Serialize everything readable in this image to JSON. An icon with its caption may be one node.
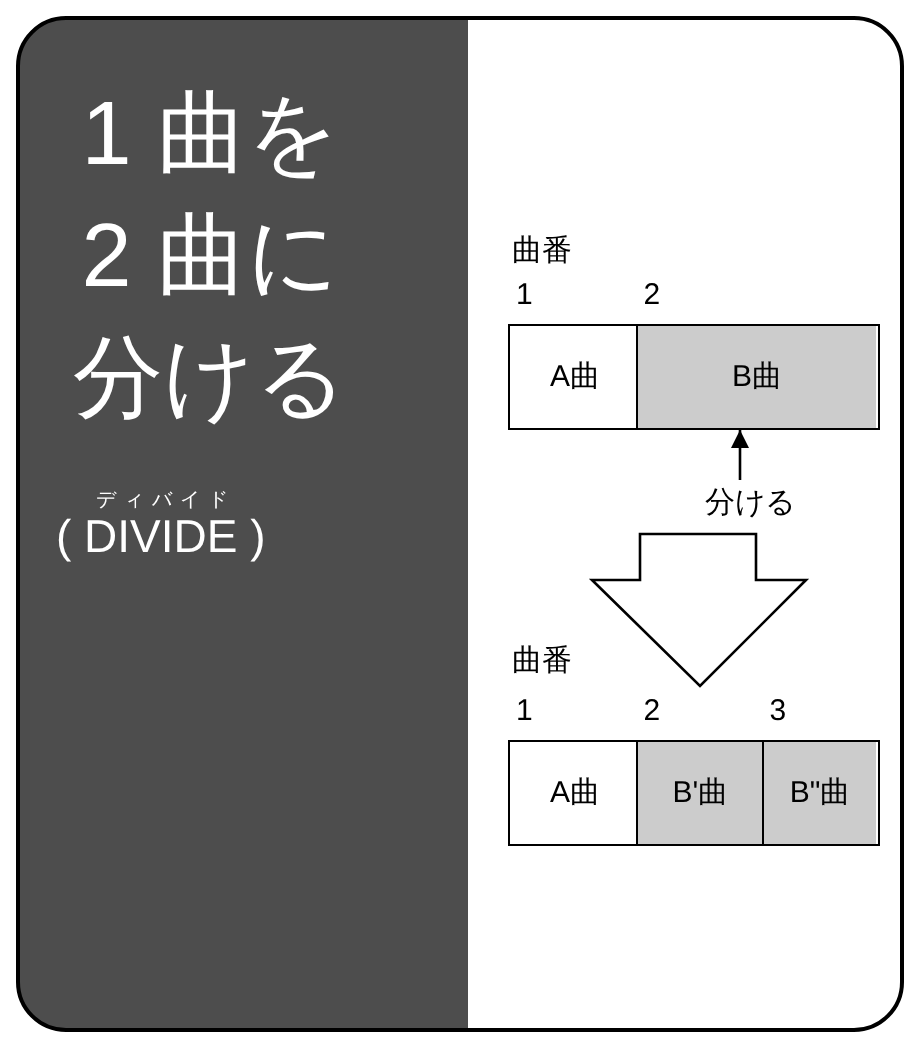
{
  "diagram": {
    "title": "1 曲を2 曲に分ける",
    "nodes": [
      {
        "text": [],
        "shape": "bar"
      },
      {
        "text": [
          "A曲"
        ],
        "in": 0,
        "beside": [
          "1"
        ]
      },
      {
        "text": [
          "B曲"
        ],
        "in": 0,
        "beside": [
          "2"
        ]
      },
      {
        "text": [
          "分ける"
        ]
      },
      {
        "text": [],
        "shape": "bar"
      },
      {
        "text": [
          "A曲"
        ],
        "in": 4,
        "beside": [
          "1"
        ]
      },
      {
        "text": [
          "B'曲"
        ],
        "in": 4,
        "beside": [
          "2"
        ]
      },
      {
        "text": [
          "B\"曲"
        ],
        "in": 4,
        "beside": [
          "3"
        ]
      }
    ],
    "edges": [
      {
        "from": 3,
        "to": 2,
        "arrow": "to"
      },
      {
        "from": 0,
        "to": 4,
        "arrow": "to",
        "style": "thick"
      }
    ],
    "labels": [
      "ディバイド",
      "( DIVIDE )",
      "曲番",
      "曲番"
    ]
  }
}
